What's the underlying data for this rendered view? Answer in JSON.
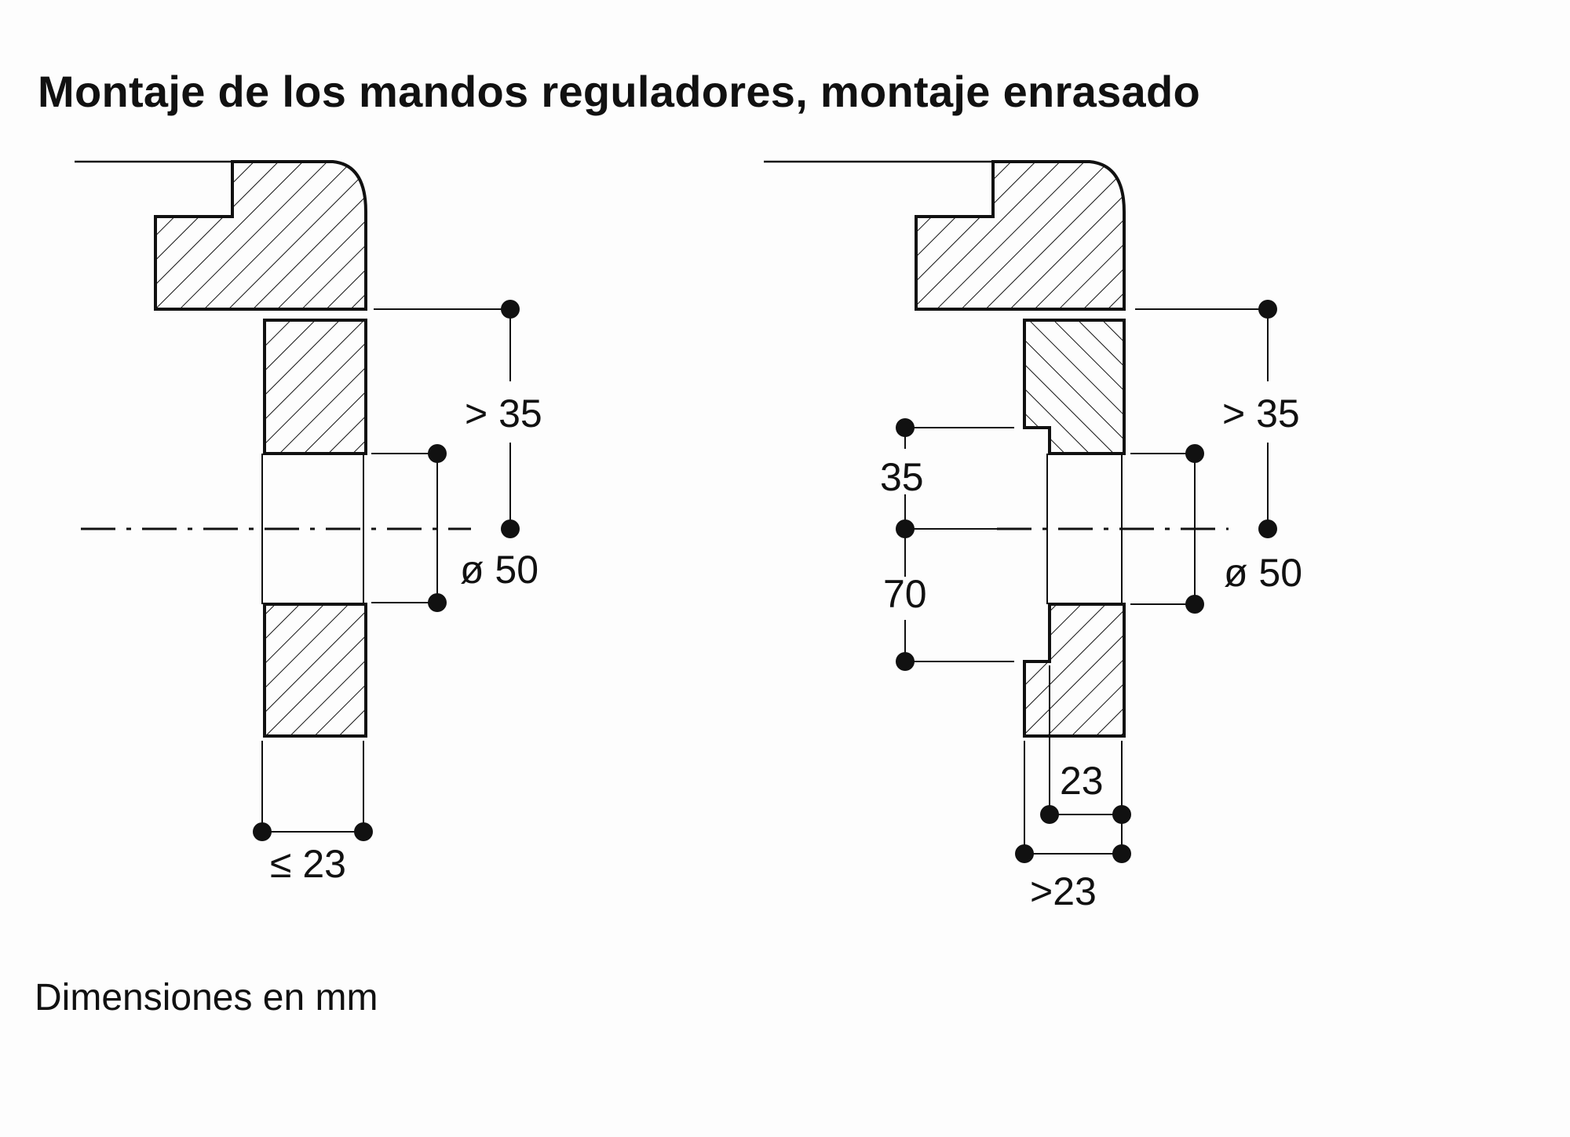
{
  "title": "Montaje de los mandos reguladores, montaje enrasado",
  "footer": "Dimensiones en mm",
  "colors": {
    "ink": "#111111",
    "background": "#fdfdfd"
  },
  "left_diagram": {
    "dim_height": "> 35",
    "dim_diameter": "ø 50",
    "dim_width": "≤ 23"
  },
  "right_diagram": {
    "dim_height": "> 35",
    "dim_diameter": "ø 50",
    "dim_upper": "35",
    "dim_lower": "70",
    "dim_inner_width": "23",
    "dim_outer_width": ">23"
  }
}
